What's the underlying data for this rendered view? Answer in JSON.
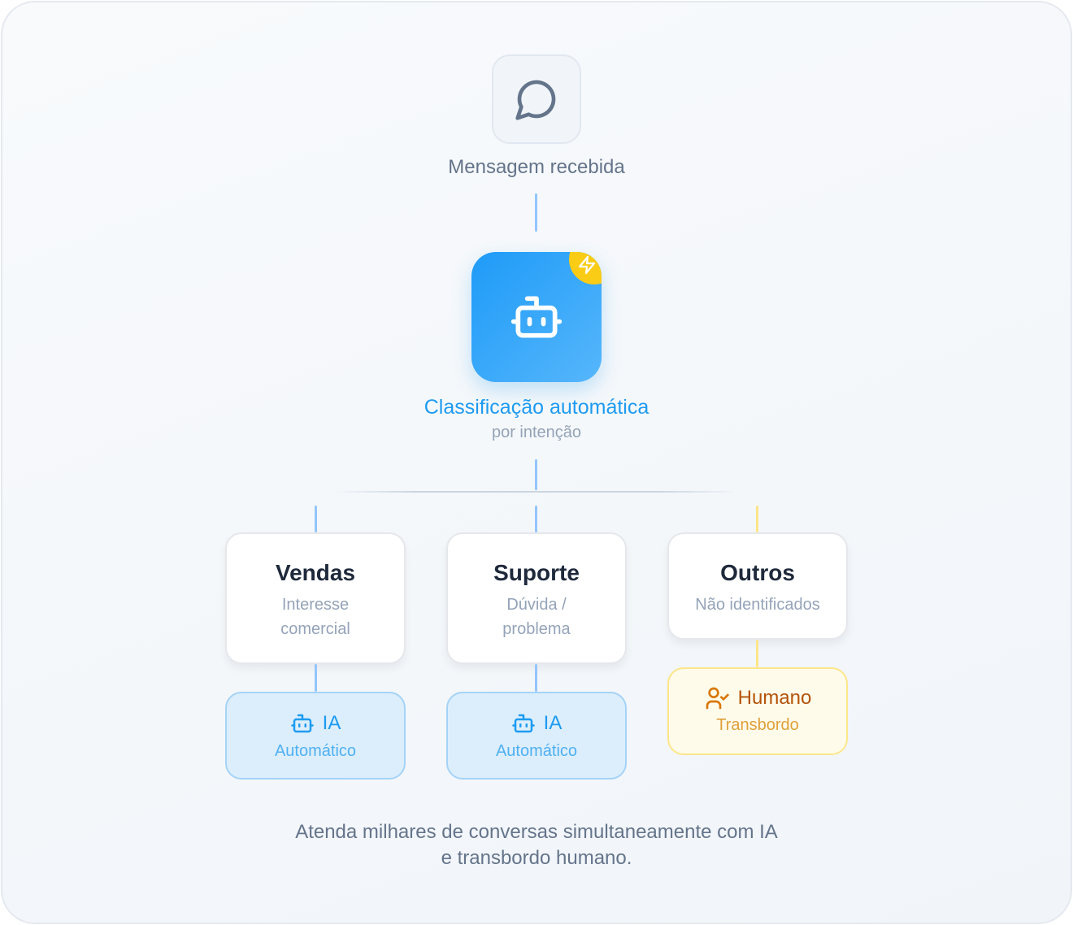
{
  "input": {
    "label": "Mensagem recebida",
    "icon": "chat-bubble-icon"
  },
  "classifier": {
    "title": "Classificação automática",
    "subtitle": "por intenção",
    "icon": "robot-icon",
    "badge_icon": "lightning-icon",
    "color": "#1e9bf0",
    "badge_color": "#facc15"
  },
  "categories": [
    {
      "title": "Vendas",
      "subtitle": "Interesse comercial",
      "outcome": {
        "title": "IA",
        "subtitle": "Automático",
        "icon": "robot-icon"
      }
    },
    {
      "title": "Suporte",
      "subtitle": "Dúvida / problema",
      "outcome": {
        "title": "IA",
        "subtitle": "Automático",
        "icon": "robot-icon"
      }
    },
    {
      "title": "Outros",
      "subtitle": "Não identificados",
      "outcome": {
        "title": "Humano",
        "subtitle": "Transbordo",
        "icon": "user-check-icon"
      }
    }
  ],
  "footer": {
    "line1": "Atenda milhares de conversas simultaneamente com IA",
    "line2": "e transbordo humano."
  }
}
